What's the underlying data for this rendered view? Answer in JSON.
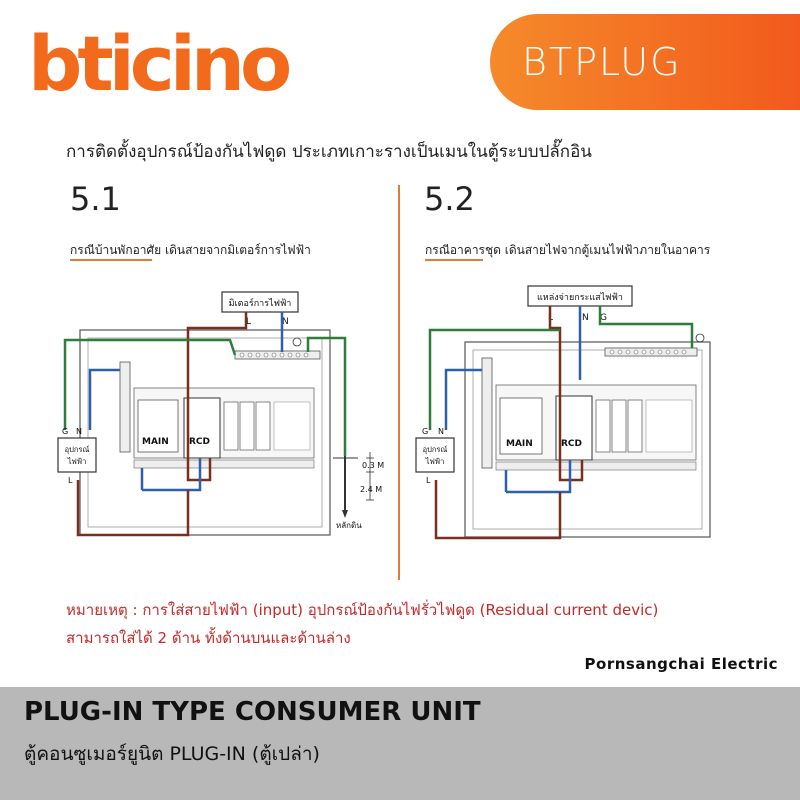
{
  "header": {
    "logo_text": "bticino",
    "badge_text": "BTPLUG",
    "colors": {
      "brand_orange": "#f26a1b",
      "badge_gradient_start": "#f58a2a",
      "badge_gradient_end": "#f2571c"
    }
  },
  "main_title": "การติดตั้งอุปกรณ์ป้องกันไฟดูด ประเภทเกาะรางเป็นเมนในตู้ระบบปลั๊กอิน",
  "section1": {
    "number": "5.1",
    "subtitle": "กรณีบ้านพักอาศัย เดินสายจากมิเตอร์การไฟฟ้า",
    "source_box": "มิเตอร์การไฟฟ้า",
    "wire_labels": [
      "L",
      "N"
    ],
    "device_box": "อุปกรณ์\nไฟฟ้า",
    "device_wire_labels": [
      "G",
      "N",
      "L"
    ],
    "breaker_labels": [
      "MAIN",
      "RCD"
    ],
    "ground_depth_1": "0.3 M",
    "ground_depth_2": "2.4 M",
    "ground_rod_label": "หลักดิน"
  },
  "section2": {
    "number": "5.2",
    "subtitle": "กรณีอาคารชุด เดินสายไฟจากตู้เมนไฟฟ้าภายในอาคาร",
    "source_box": "แหล่งจ่ายกระแสไฟฟ้า",
    "wire_labels": [
      "L",
      "N",
      "G"
    ],
    "device_box": "อุปกรณ์\nไฟฟ้า",
    "device_wire_labels": [
      "G",
      "N",
      "L"
    ],
    "breaker_labels": [
      "MAIN",
      "RCD"
    ]
  },
  "note": {
    "line1": "หมายเหตุ : การใส่สายไฟฟ้า (input) อุปกรณ์ป้องกันไฟรั่วไฟดูด (Residual current devic)",
    "line2": "สามารถใส่ได้ 2 ด้าน ทั้งด้านบนและด้านล่าง"
  },
  "brand_credit": "Pornsangchai  Electric",
  "footer": {
    "title": "PLUG-IN TYPE CONSUMER UNIT",
    "subtitle": "ตู้คอนซูเมอร์ยูนิต PLUG-IN (ตู้เปล่า)"
  },
  "wire_colors": {
    "live": "#7a2e1f",
    "neutral": "#2f5fa8",
    "ground": "#2e7d3a",
    "dark": "#333333"
  }
}
